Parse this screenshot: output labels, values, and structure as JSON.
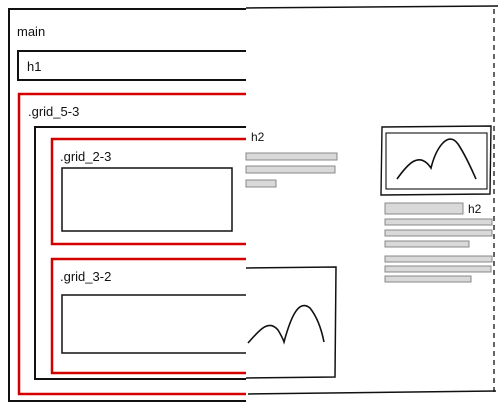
{
  "diagram": {
    "left_panel": {
      "main_label": "main",
      "h1_label": "h1",
      "grid_5_3_label": ".grid_5-3",
      "grid_2_3_label": ".grid_2-3",
      "grid_3_2_label": ".grid_3-2"
    },
    "right_panel": {
      "h2_label_left": "h2",
      "h2_label_right": "h2"
    },
    "colors": {
      "outline": "#111111",
      "red": "#d40000",
      "sketch_fill": "#d9d9d9",
      "sketch_stroke": "#888888",
      "paper": "#ffffff"
    }
  }
}
